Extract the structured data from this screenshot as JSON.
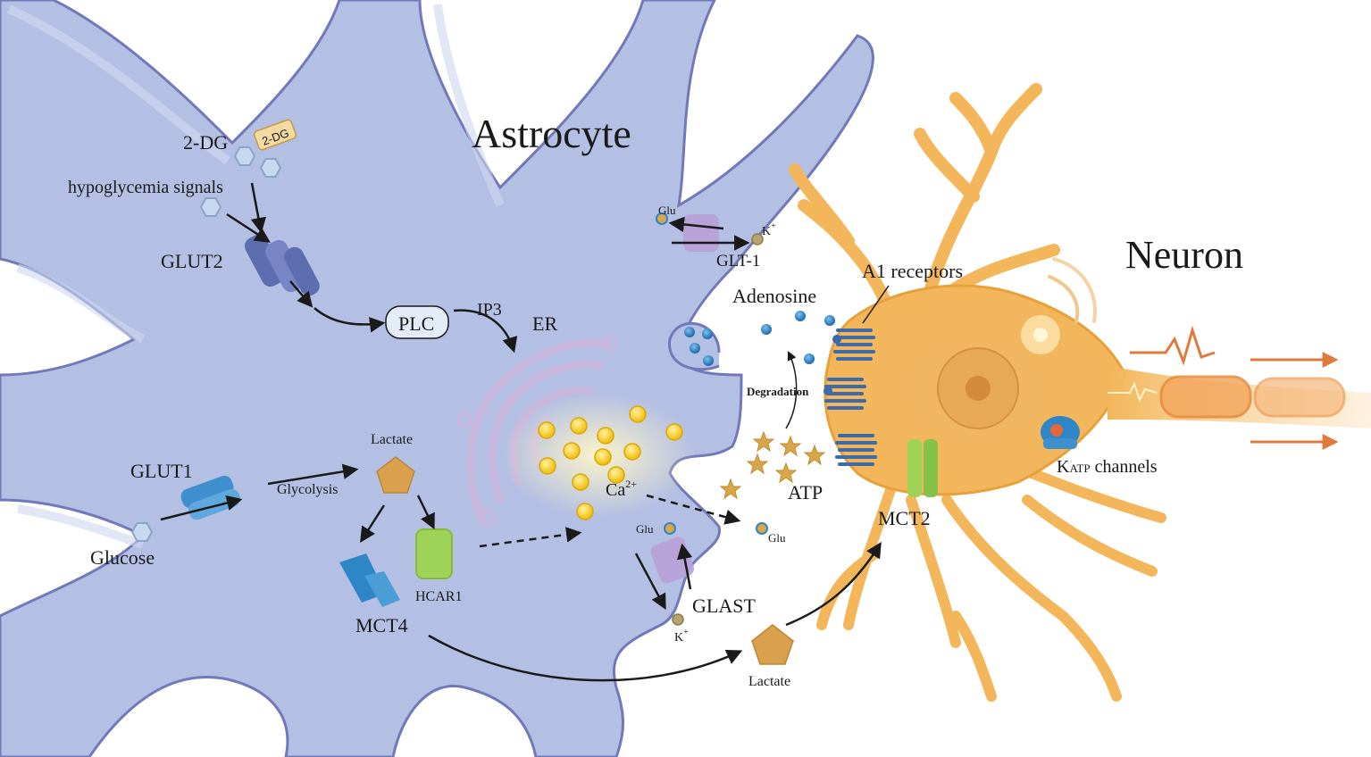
{
  "titles": {
    "astrocyte": "Astrocyte",
    "neuron": "Neuron"
  },
  "labels": {
    "two_dg": "2-DG",
    "two_dg_tag": "2-DG",
    "hypoglycemia_signals": "hypoglycemia signals",
    "glut2": "GLUT2",
    "plc": "PLC",
    "ip3": "IP3",
    "er": "ER",
    "glut1": "GLUT1",
    "glycolysis": "Glycolysis",
    "lactate_inner": "Lactate",
    "glucose": "Glucose",
    "mct4": "MCT4",
    "hcar1": "HCAR1",
    "ca": "Ca",
    "ca_sup": "2+",
    "glu_top": "Glu",
    "k_top": "K",
    "k_top_sup": "+",
    "glt1": "GLT-1",
    "adenosine": "Adenosine",
    "a1_receptors": "A1 receptors",
    "degradation": "Degradation",
    "atp": "ATP",
    "glu_mid": "Glu",
    "glu_right": "Glu",
    "glast": "GLAST",
    "k_bottom": "K",
    "k_bottom_sup": "+",
    "lactate_outer": "Lactate",
    "mct2": "MCT2",
    "katp_main": "K",
    "katp_sub": "ATP",
    "katp_rest": " channels"
  },
  "colors": {
    "astrocyte_fill": "#b3bfe3",
    "astrocyte_outline": "#7179b8",
    "neuron_fill": "#f3b65a",
    "neuron_outline": "#e6a03c",
    "er_color": "#c8b7dd",
    "calcium": "#f5c518",
    "adenosine": "#2f86c6",
    "atp_star": "#d9a649",
    "lactate": "#d9a04e",
    "glut1": "#3f8fcf",
    "glut2": "#5c6db0",
    "hcar1": "#9ed357",
    "mct2": "#9ed357",
    "mct4": "#2f86c6",
    "transporter_purple": "#b8a0d6",
    "receptor": "#3d6aa8",
    "axon_arrow": "#e07a3a"
  }
}
